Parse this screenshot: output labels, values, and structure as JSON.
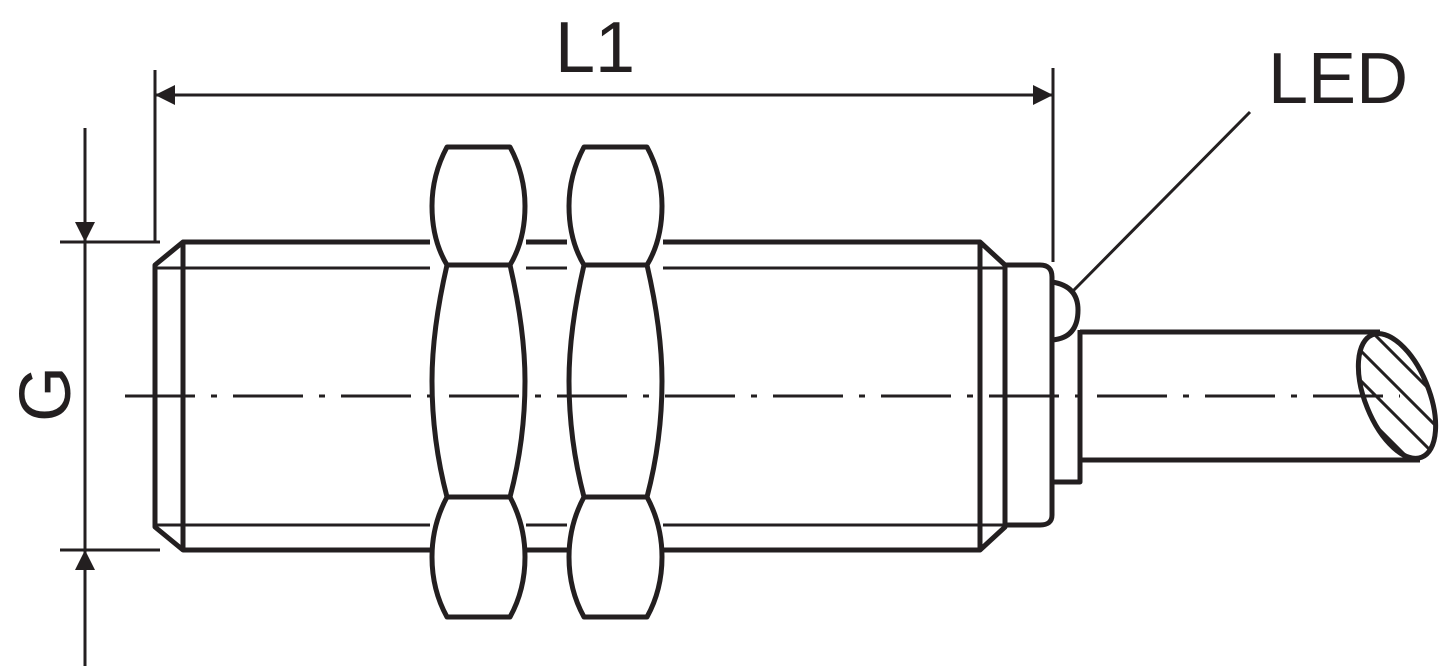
{
  "labels": {
    "length": "L1",
    "thread": "G",
    "led": "LED"
  },
  "colors": {
    "line": "#231f20",
    "background": "#ffffff"
  }
}
